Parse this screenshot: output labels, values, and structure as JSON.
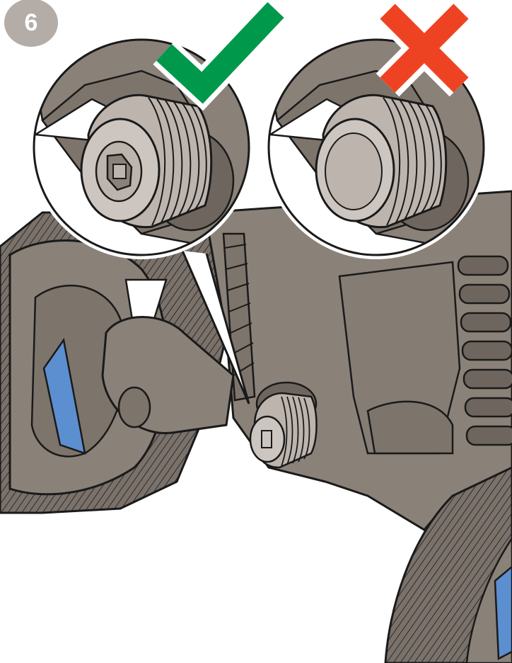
{
  "step": {
    "number": "6"
  },
  "colors": {
    "body": "#8a8178",
    "body_dark": "#6e665e",
    "tread": "#7a716a",
    "cap": "#bdb4ae",
    "cap_light": "#cdc6c0",
    "outline": "#1a1a1a",
    "accent_blue": "#5b8fd0",
    "check": "#00984a",
    "cross": "#ee4322",
    "badge": "#b4aca7"
  },
  "icons": {
    "correct": "check-mark-icon",
    "incorrect": "cross-mark-icon"
  },
  "detail_views": [
    {
      "name": "correct-installation",
      "state": "cap seated with hex end exposed"
    },
    {
      "name": "incorrect-installation",
      "state": "cap mounted reversed"
    }
  ]
}
